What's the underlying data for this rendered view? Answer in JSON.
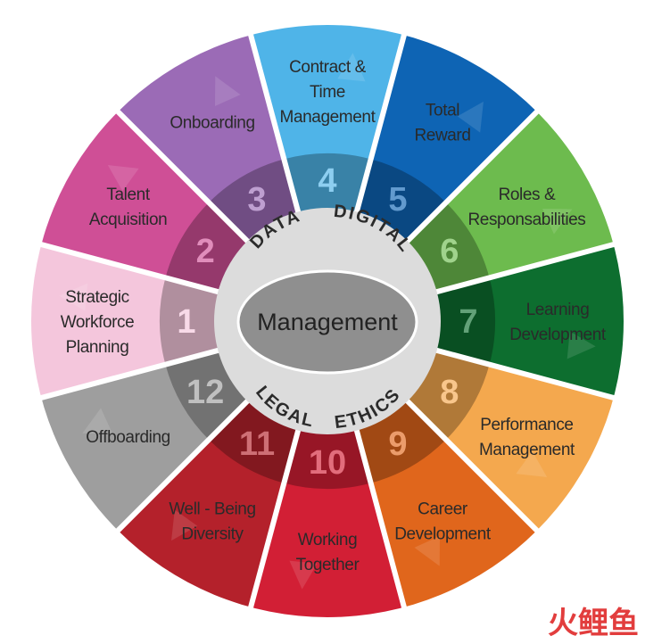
{
  "center": {
    "title": "Management"
  },
  "ring_words": [
    "DATA",
    "DIGITAL",
    "ETHICS",
    "LEGAL"
  ],
  "segments": [
    {
      "number": "1",
      "lines": [
        "Strategic",
        "Workforce",
        "Planning"
      ],
      "color": "#f4c6dc",
      "textColor": "#2a2a2a"
    },
    {
      "number": "2",
      "lines": [
        "Talent",
        "Acquisition"
      ],
      "color": "#cf4f96",
      "textColor": "#2a2a2a"
    },
    {
      "number": "3",
      "lines": [
        "Onboarding"
      ],
      "color": "#9b6bb6",
      "textColor": "#2a2a2a"
    },
    {
      "number": "4",
      "lines": [
        "Contract &",
        "Time",
        "Management"
      ],
      "color": "#4fb4e8",
      "textColor": "#2a2a2a"
    },
    {
      "number": "5",
      "lines": [
        "Total",
        "Reward"
      ],
      "color": "#0e64b4",
      "textColor": "#2a2a2a"
    },
    {
      "number": "6",
      "lines": [
        "Roles &",
        "Responsabilities"
      ],
      "color": "#6dbb4e",
      "textColor": "#2a2a2a"
    },
    {
      "number": "7",
      "lines": [
        "Learning",
        "Development"
      ],
      "color": "#0d6e2f",
      "textColor": "#2a2a2a"
    },
    {
      "number": "8",
      "lines": [
        "Performance",
        "Management"
      ],
      "color": "#f4a84e",
      "textColor": "#2a2a2a"
    },
    {
      "number": "9",
      "lines": [
        "Career",
        "Development"
      ],
      "color": "#e0661c",
      "textColor": "#2a2a2a"
    },
    {
      "number": "10",
      "lines": [
        "Working",
        "Together"
      ],
      "color": "#d21f35",
      "textColor": "#2a2a2a"
    },
    {
      "number": "11",
      "lines": [
        "Well - Being",
        "Diversity"
      ],
      "color": "#b4212b",
      "textColor": "#2a2a2a"
    },
    {
      "number": "12",
      "lines": [
        "Offboarding"
      ],
      "color": "#9e9e9e",
      "textColor": "#2a2a2a"
    }
  ],
  "watermark": {
    "text": "火鲤鱼"
  },
  "colors": {
    "ring_inner": "#dcdcdc",
    "center_oval": "#8f8f8f",
    "separator": "#ffffff"
  }
}
